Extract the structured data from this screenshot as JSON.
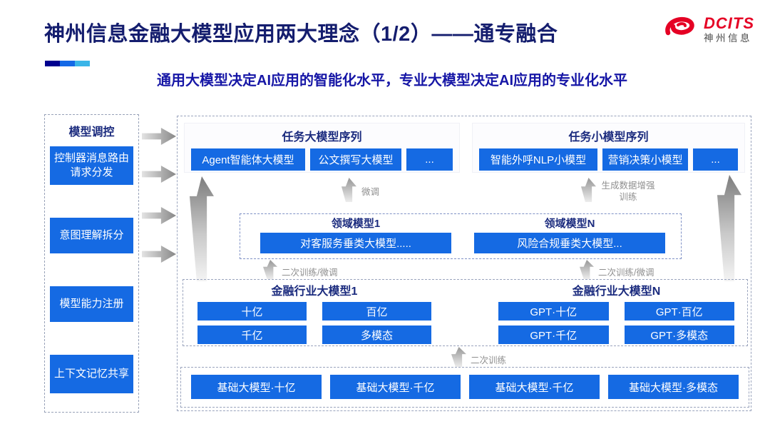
{
  "header": {
    "title": "神州信息金融大模型应用两大理念（1/2）——通专融合",
    "subtitle": "通用大模型决定AI应用的智能化水平，专业大模型决定AI应用的专业化水平",
    "accent_colors": [
      "#00008f",
      "#1569e6",
      "#3ab5e8"
    ],
    "logo": {
      "en": "DCITS",
      "cn": "神州信息",
      "red": "#e50024"
    }
  },
  "sidebar": {
    "title": "模型调控",
    "items": [
      {
        "label": "控制器消息路由请求分发"
      },
      {
        "label": "意图理解拆分"
      },
      {
        "label": "模型能力注册"
      },
      {
        "label": "上下文记忆共享"
      }
    ]
  },
  "main": {
    "task_groups": [
      {
        "title": "任务大模型序列",
        "items": [
          "Agent智能体大模型",
          "公文撰写大模型",
          "..."
        ]
      },
      {
        "title": "任务小模型序列",
        "items": [
          "智能外呼NLP小模型",
          "营销决策小模型",
          "..."
        ]
      }
    ],
    "flow_labels": {
      "finetune": "微调",
      "augment": "生成数据增强训练",
      "retrain_finetune_left": "二次训练/微调",
      "retrain_finetune_right": "二次训练/微调",
      "retrain_center": "二次训练"
    },
    "domain_box": {
      "groups": [
        {
          "title": "领域模型1",
          "item": "对客服务垂类大模型....."
        },
        {
          "title": "领域模型N",
          "item": "风险合规垂类大模型..."
        }
      ]
    },
    "industry_box": {
      "groups": [
        {
          "title": "金融行业大模型1",
          "items": [
            "十亿",
            "百亿",
            "千亿",
            "多模态"
          ]
        },
        {
          "title": "金融行业大模型N",
          "items": [
            "GPT·十亿",
            "GPT·百亿",
            "GPT·千亿",
            "GPT·多模态"
          ]
        }
      ]
    },
    "base_box": {
      "items": [
        "基础大模型·十亿",
        "基础大模型·千亿",
        "基础大模型·千亿",
        "基础大模型·多模态"
      ]
    }
  },
  "colors": {
    "button_blue": "#156ae3",
    "heading_navy": "#1b2b7e",
    "title_navy": "#141d6e",
    "subtitle_blue": "#1616a6"
  }
}
